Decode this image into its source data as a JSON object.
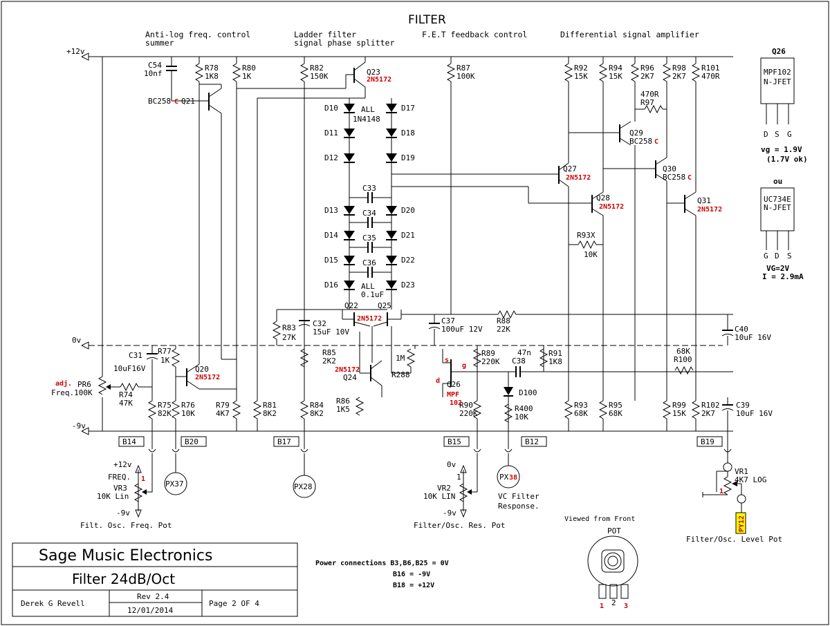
{
  "title": "FILTER",
  "sections": [
    {
      "line1": "Anti-log freq. control",
      "line2": "summer"
    },
    {
      "line1": "Ladder filter",
      "line2": "signal phase splitter"
    },
    {
      "line1": "F.E.T feedback control",
      "line2": ""
    },
    {
      "line1": "Differential signal amplifier",
      "line2": ""
    }
  ],
  "rails": {
    "pos": "+12v",
    "gnd": "0v",
    "neg": "-9v"
  },
  "top_resistors": [
    {
      "ref": "R78",
      "val": "1K8"
    },
    {
      "ref": "R80",
      "val": "1K"
    },
    {
      "ref": "R82",
      "val": "150K"
    },
    {
      "ref": "R87",
      "val": "100K"
    },
    {
      "ref": "R92",
      "val": "15K"
    },
    {
      "ref": "R94",
      "val": "15K"
    },
    {
      "ref": "R96",
      "val": "2K7"
    },
    {
      "ref": "R98",
      "val": "2K7"
    },
    {
      "ref": "R101",
      "val": "470R"
    }
  ],
  "bottom_resistors": [
    {
      "ref": "R75",
      "val": "82K"
    },
    {
      "ref": "R76",
      "val": "10K"
    },
    {
      "ref": "R79",
      "val": "4K7"
    },
    {
      "ref": "R81",
      "val": "8K2"
    },
    {
      "ref": "R84",
      "val": "8K2"
    },
    {
      "ref": "R90",
      "val": "220K"
    },
    {
      "ref": "R93",
      "val": "68K"
    },
    {
      "ref": "R95",
      "val": "68K"
    },
    {
      "ref": "R99",
      "val": "15K"
    },
    {
      "ref": "R102",
      "val": "2K7"
    }
  ],
  "misc_resistors": [
    {
      "ref": "R74",
      "val": "47K"
    },
    {
      "ref": "R77",
      "val": "1K"
    },
    {
      "ref": "R83",
      "val": "27K"
    },
    {
      "ref": "R85",
      "val": "2K2"
    },
    {
      "ref": "R86",
      "val": "1K5"
    },
    {
      "ref": "R88",
      "val": "22K"
    },
    {
      "ref": "R89",
      "val": "220K"
    },
    {
      "ref": "R91",
      "val": "1K8"
    },
    {
      "ref": "R93X",
      "val": "10K"
    },
    {
      "ref": "R97",
      "val": "470R"
    },
    {
      "ref": "R100",
      "val": "68K"
    },
    {
      "ref": "R288",
      "val": "1M"
    },
    {
      "ref": "R400",
      "val": "10K"
    }
  ],
  "capacitors": [
    {
      "ref": "C54",
      "val": "10nf"
    },
    {
      "ref": "C31",
      "val": "10uF16V"
    },
    {
      "ref": "C32",
      "val": "15uF 10V"
    },
    {
      "ref": "C37",
      "val": "100uF 12V"
    },
    {
      "ref": "C38",
      "val": "47n"
    },
    {
      "ref": "C39",
      "val": "10uF 16V"
    },
    {
      "ref": "C40",
      "val": "10uF 16V"
    },
    {
      "ref": "C33",
      "val": "C33"
    },
    {
      "ref": "C34",
      "val": "C34"
    },
    {
      "ref": "C35",
      "val": "C35"
    },
    {
      "ref": "C36",
      "val": "C36"
    }
  ],
  "cap_ladder_note": {
    "line1": "ALL",
    "line2": "0.1uF"
  },
  "diodes_left": [
    "D10",
    "D11",
    "D12",
    "D13",
    "D14",
    "D15",
    "D16"
  ],
  "diodes_right": [
    "D17",
    "D18",
    "D19",
    "D20",
    "D21",
    "D22",
    "D23"
  ],
  "diode_note": {
    "line1": "ALL",
    "line2": "1N4148"
  },
  "d100": "D100",
  "transistors": [
    {
      "ref": "Q21",
      "type": "BC258",
      "suffix": "C"
    },
    {
      "ref": "Q20",
      "type": "2N5172"
    },
    {
      "ref": "Q23",
      "type": "2N5172"
    },
    {
      "ref": "Q22",
      "type": ""
    },
    {
      "ref": "Q25",
      "type": "2N5172"
    },
    {
      "ref": "Q24",
      "type": "2N5172"
    },
    {
      "ref": "Q26",
      "type": "MPF",
      "type2": "102"
    },
    {
      "ref": "Q27",
      "type": "2N5172"
    },
    {
      "ref": "Q28",
      "type": "2N5172"
    },
    {
      "ref": "Q29",
      "type": "BC258",
      "suffix": "C"
    },
    {
      "ref": "Q30",
      "type": "BC258",
      "suffix": "C"
    },
    {
      "ref": "Q31",
      "type": "2N5172"
    }
  ],
  "fet_pins": {
    "s": "s",
    "g": "g",
    "d": "d"
  },
  "pots": {
    "pr6": {
      "adj": "adj.",
      "ref": "PR6",
      "desc": "Freq.100K"
    },
    "vr3": {
      "top": "+12v",
      "name": "FREQ.",
      "ref": "VR3",
      "val": "10K Lin",
      "bottom": "-9v",
      "pin": "1",
      "caption": "Filt. Osc. Freq. Pot"
    },
    "vr2": {
      "top": "0v",
      "pin": "1",
      "ref": "VR2",
      "val": "10K LIN",
      "bottom": "-9v",
      "caption": "Filter/Osc. Res. Pot"
    },
    "vr1": {
      "ref": "VR1",
      "val": "4K7 LOG",
      "pin": "1",
      "caption": "Filter/Osc. Level Pot"
    }
  },
  "connectors": [
    "B14",
    "B20",
    "B17",
    "B15",
    "B12",
    "B19"
  ],
  "px": [
    {
      "label": "PX37"
    },
    {
      "label": "PX28"
    },
    {
      "label": "PX",
      "num": "38"
    }
  ],
  "py12": "PY12",
  "vc_note": {
    "line1": "VC Filter",
    "line2": "Response."
  },
  "q26_box": {
    "title": "Q26",
    "part1": "MPF102",
    "type1": "N-JFET",
    "pins1": [
      "D",
      "S",
      "G"
    ],
    "note1a": "vg = 1.9V",
    "note1b": "(1.7V ok)",
    "ou": "ou",
    "part2": "UC734E",
    "type2": "N-JFET",
    "pins2": [
      "G",
      "D",
      "S"
    ],
    "note2a": "VG=2V",
    "note2b": "I = 2.9mA"
  },
  "pot_view": {
    "caption": "Viewed from Front",
    "label": "POT",
    "pins": [
      "1",
      "2",
      "3"
    ]
  },
  "power_note": {
    "line1": "Power connections B3,B6,B25 = 0V",
    "line2": "B16 = -9V",
    "line3": "B18 = +12V"
  },
  "title_block": {
    "company": "Sage Music Electronics",
    "drawing": "Filter 24dB/Oct",
    "author": "Derek G Revell",
    "rev": "Rev 2.4",
    "date": "12/01/2014",
    "page": "Page 2 OF 4"
  }
}
